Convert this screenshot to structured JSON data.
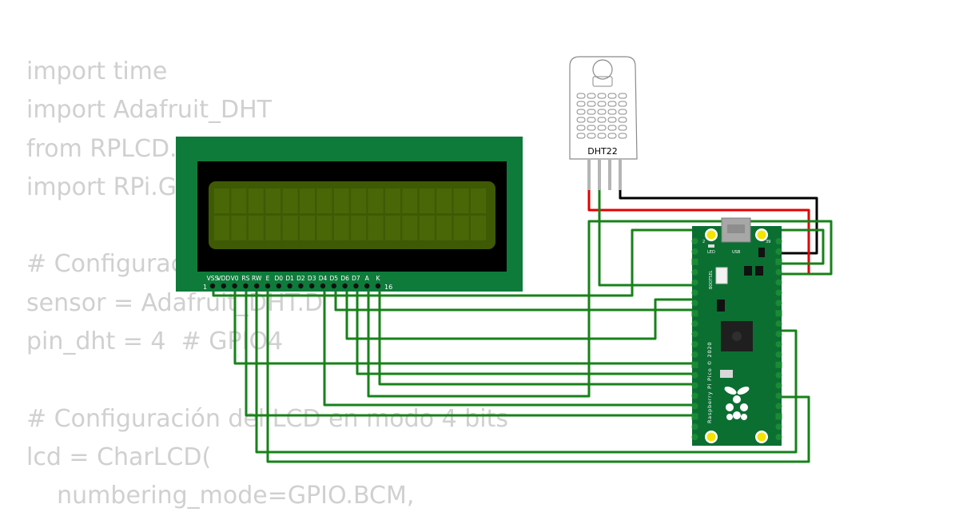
{
  "code_lines": [
    "import time",
    "import Adafruit_DHT",
    "from RPLCD.",
    "import RPi.G",
    "",
    "# Configurac",
    "sensor = Adafruit_DHT.D",
    "pin_dht = 4  # GPIO4",
    "",
    "# Configuración del LCD en modo 4 bits",
    "lcd = CharLCD(",
    "    numbering_mode=GPIO.BCM,"
  ],
  "lcd": {
    "pin_labels": [
      "VSS",
      "VDD",
      "V0",
      "RS",
      "RW",
      "E",
      "D0",
      "D1",
      "D2",
      "D3",
      "D4",
      "D5",
      "D6",
      "D7",
      "A",
      "K"
    ],
    "pin_first": "1",
    "pin_last": "16"
  },
  "sensor": {
    "label": "DHT22"
  },
  "pico": {
    "vertical_label": "Raspberry Pi Pico © 2020",
    "led_label": "LED",
    "usb_label": "USB",
    "bootsel_label": "BOOTSEL",
    "pin_top_left": "2",
    "pin_top_right": "39"
  },
  "colors": {
    "board_green": "#0e7b3a",
    "lcd_screen": "#3e5a05",
    "pico_green": "#0b6f32",
    "wire_green": "#178219",
    "wire_red": "#e00000",
    "wire_black": "#000000",
    "code_text": "#d0d0d0"
  }
}
